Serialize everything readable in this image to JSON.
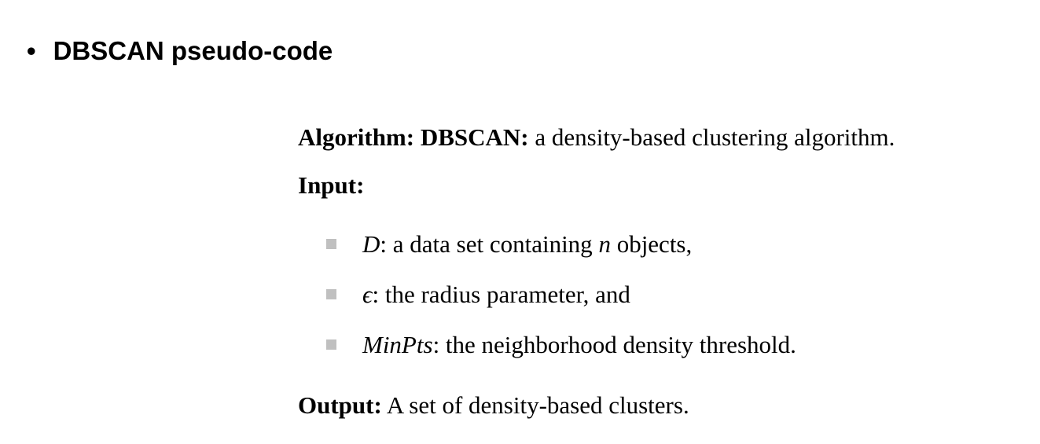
{
  "heading": {
    "bullet": "•",
    "text": "DBSCAN pseudo-code"
  },
  "algorithm": {
    "label": "Algorithm: DBSCAN:",
    "text": " a density-based clustering algorithm."
  },
  "input": {
    "label": "Input:",
    "items": [
      {
        "sym": "D",
        "text": ": a data set containing ",
        "sym2": "n",
        "text2": " objects,"
      },
      {
        "sym": "ϵ",
        "text": ": the radius parameter, and"
      },
      {
        "sym": "MinPts",
        "text": ": the neighborhood density threshold."
      }
    ]
  },
  "output": {
    "label": "Output:",
    "text": " A set of density-based clusters."
  }
}
